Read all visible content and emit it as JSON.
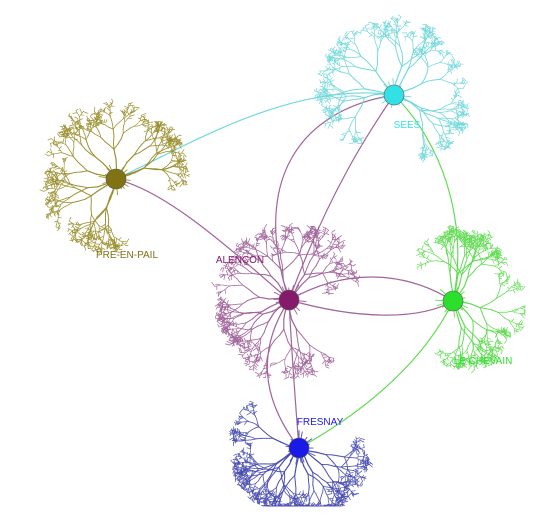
{
  "hubs": [
    {
      "id": "sees",
      "label": "SEES",
      "color": "#31e1e6",
      "link": "#74d8da"
    },
    {
      "id": "pre-en-pail",
      "label": "PRE-EN-PAIL",
      "color": "#7f7314",
      "link": "#9b9030"
    },
    {
      "id": "alencon",
      "label": "ALENÇON",
      "color": "#861a6a",
      "link": "#a1649b"
    },
    {
      "id": "le-chevain",
      "label": "LE CHEVAIN",
      "color": "#2ddf2d",
      "link": "#62dc54"
    },
    {
      "id": "fresnay",
      "label": "FRESNAY",
      "color": "#1a1ae6",
      "link": "#4a4eb0"
    }
  ]
}
